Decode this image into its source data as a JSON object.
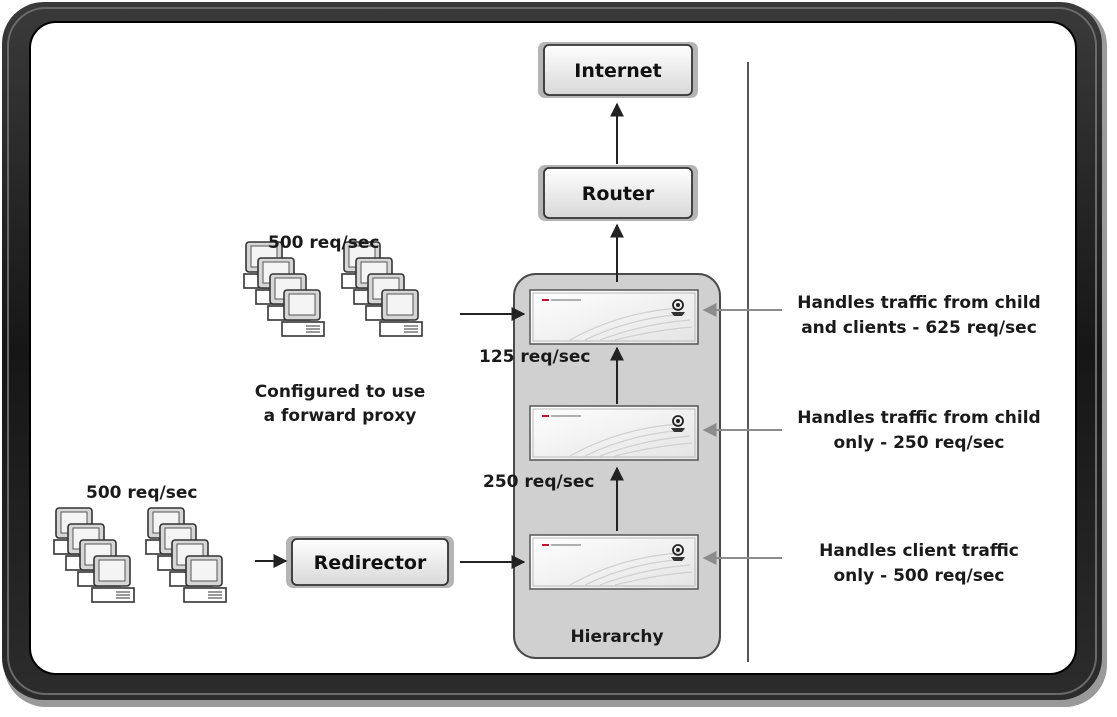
{
  "nodes": {
    "internet": "Internet",
    "router": "Router",
    "redirector": "Redirector",
    "hierarchy": "Hierarchy"
  },
  "labels": {
    "upper_clients_rate": "500 req/sec",
    "upper_clients_caption_line1": "Configured to use",
    "upper_clients_caption_line2": "a forward proxy",
    "lower_clients_rate": "500 req/sec",
    "link_125": "125 req/sec",
    "link_250": "250 req/sec"
  },
  "annotations": {
    "top_line1": "Handles traffic from child",
    "top_line2": "and clients - 625 req/sec",
    "middle_line1": "Handles traffic from child",
    "middle_line2": "only - 250 req/sec",
    "bottom_line1": "Handles client traffic",
    "bottom_line2": "only - 500 req/sec"
  },
  "colors": {
    "frame_outer": "#1b1b1b",
    "hierarchy_fill": "#d0d0d0",
    "arrow_dark": "#222222",
    "arrow_gray": "#8c8c8c",
    "brand_red": "#c8102e"
  },
  "icons": {
    "computer": "desktop-computer-icon",
    "proxy": "proxy-server-appliance-icon"
  }
}
